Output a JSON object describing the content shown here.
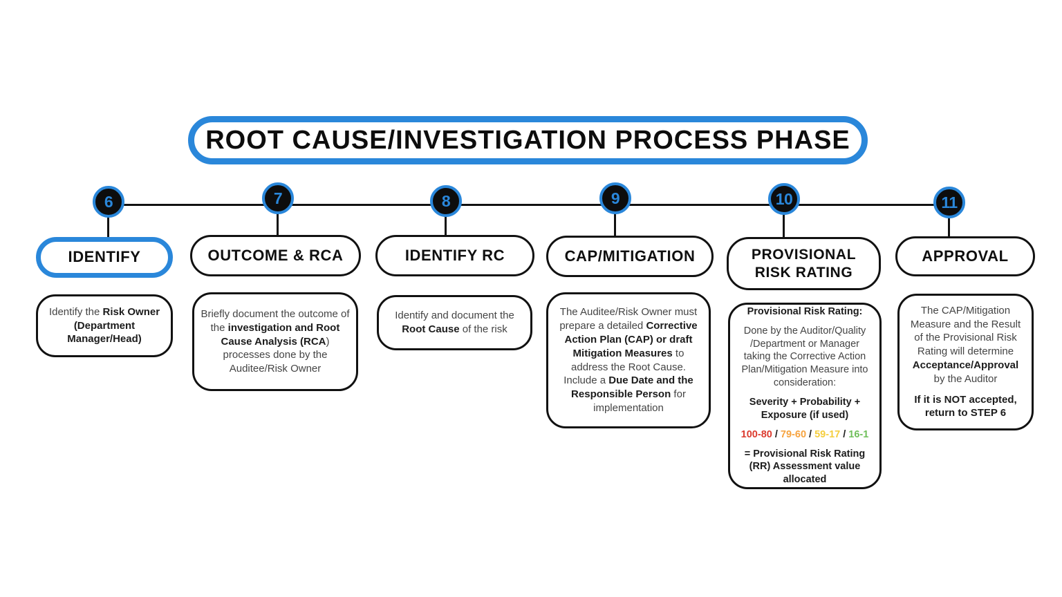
{
  "title": "ROOT CAUSE/INVESTIGATION PROCESS PHASE",
  "colors": {
    "accent_blue": "#2a87da",
    "line_black": "#111111",
    "rating_red": "#dc3b2f",
    "rating_orange": "#f6a33f",
    "rating_yellow": "#f5ce3e",
    "rating_green": "#6fbf5a"
  },
  "steps": [
    {
      "number": "6",
      "label": "IDENTIFY",
      "highlighted": true,
      "description": [
        [
          {
            "t": "Identify the "
          },
          {
            "t": "Risk Owner (Department Manager/Head)",
            "b": true
          }
        ]
      ]
    },
    {
      "number": "7",
      "label": "OUTCOME & RCA",
      "highlighted": false,
      "description": [
        [
          {
            "t": "Briefly document the outcome of the "
          },
          {
            "t": "investigation and Root Cause Analysis (RCA",
            "b": true
          },
          {
            "t": ") processes done by the Auditee/Risk Owner"
          }
        ]
      ]
    },
    {
      "number": "8",
      "label": "IDENTIFY RC",
      "highlighted": false,
      "description": [
        [
          {
            "t": "Identify and  document the "
          },
          {
            "t": "Root Cause",
            "b": true
          },
          {
            "t": " of the risk"
          }
        ]
      ]
    },
    {
      "number": "9",
      "label": "CAP/MITIGATION",
      "highlighted": false,
      "description": [
        [
          {
            "t": "The Auditee/Risk Owner must prepare a detailed "
          },
          {
            "t": "Corrective Action Plan (CAP) or draft Mitigation Measures",
            "b": true
          },
          {
            "t": " to address the Root Cause. Include a "
          },
          {
            "t": "Due Date and the Responsible Person",
            "b": true
          },
          {
            "t": " for implementation"
          }
        ]
      ]
    },
    {
      "number": "10",
      "label": "PROVISIONAL RISK RATING",
      "highlighted": false,
      "description": [
        [
          {
            "t": "Provisional Risk Rating:",
            "b": true
          }
        ],
        [
          {
            "t": "Done by the Auditor/Quality /Department or Manager taking the Corrective Action Plan/Mitigation Measure into consideration:"
          }
        ],
        [
          {
            "t": "Severity + Probability + Exposure (if used)",
            "b": true
          }
        ],
        [
          {
            "t": "100-80",
            "b": true,
            "c": "#dc3b2f"
          },
          {
            "t": " / ",
            "b": true
          },
          {
            "t": "79-60",
            "b": true,
            "c": "#f6a33f"
          },
          {
            "t": " / ",
            "b": true
          },
          {
            "t": "59-17",
            "b": true,
            "c": "#f5ce3e"
          },
          {
            "t": " / ",
            "b": true
          },
          {
            "t": "16-1",
            "b": true,
            "c": "#6fbf5a"
          }
        ],
        [
          {
            "t": "= Provisional Risk Rating (RR) Assessment value allocated",
            "b": true
          }
        ]
      ]
    },
    {
      "number": "11",
      "label": "APPROVAL",
      "highlighted": false,
      "description": [
        [
          {
            "t": "The CAP/Mitigation Measure and the Result of the Provisional Risk Rating will determine "
          },
          {
            "t": "Acceptance/Approval",
            "b": true
          },
          {
            "t": " by the Auditor"
          }
        ],
        [
          {
            "t": "If it is NOT accepted, return to STEP 6",
            "b": true
          }
        ]
      ]
    }
  ]
}
